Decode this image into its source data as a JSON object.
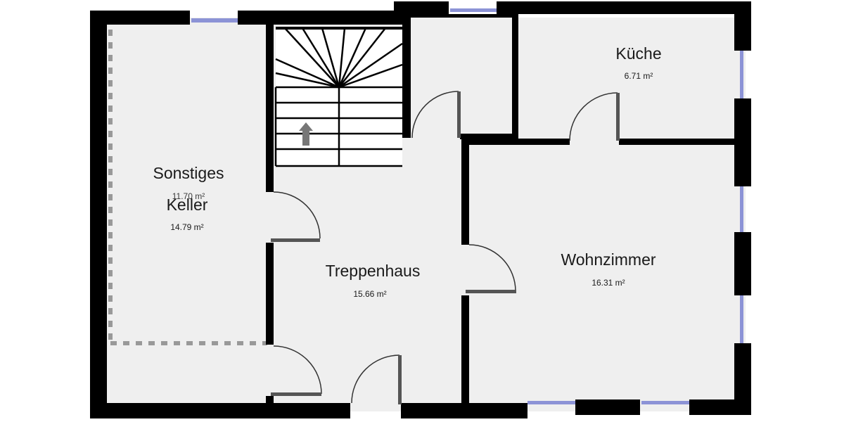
{
  "rooms": {
    "sonstiges": {
      "name": "Sonstiges",
      "area": "11.70 m²"
    },
    "keller": {
      "name": "Keller",
      "area": "14.79 m²"
    },
    "treppenhaus": {
      "name": "Treppenhaus",
      "area": "15.66 m²"
    },
    "kueche": {
      "name": "Küche",
      "area": "6.71 m²"
    },
    "wohnzimmer": {
      "name": "Wohnzimmer",
      "area": "16.31 m²"
    }
  },
  "colors": {
    "floor": "#efefef",
    "wall": "#000000",
    "window": "#8c93d6",
    "door_leaf": "#555555",
    "stair_arrow": "#777777"
  }
}
